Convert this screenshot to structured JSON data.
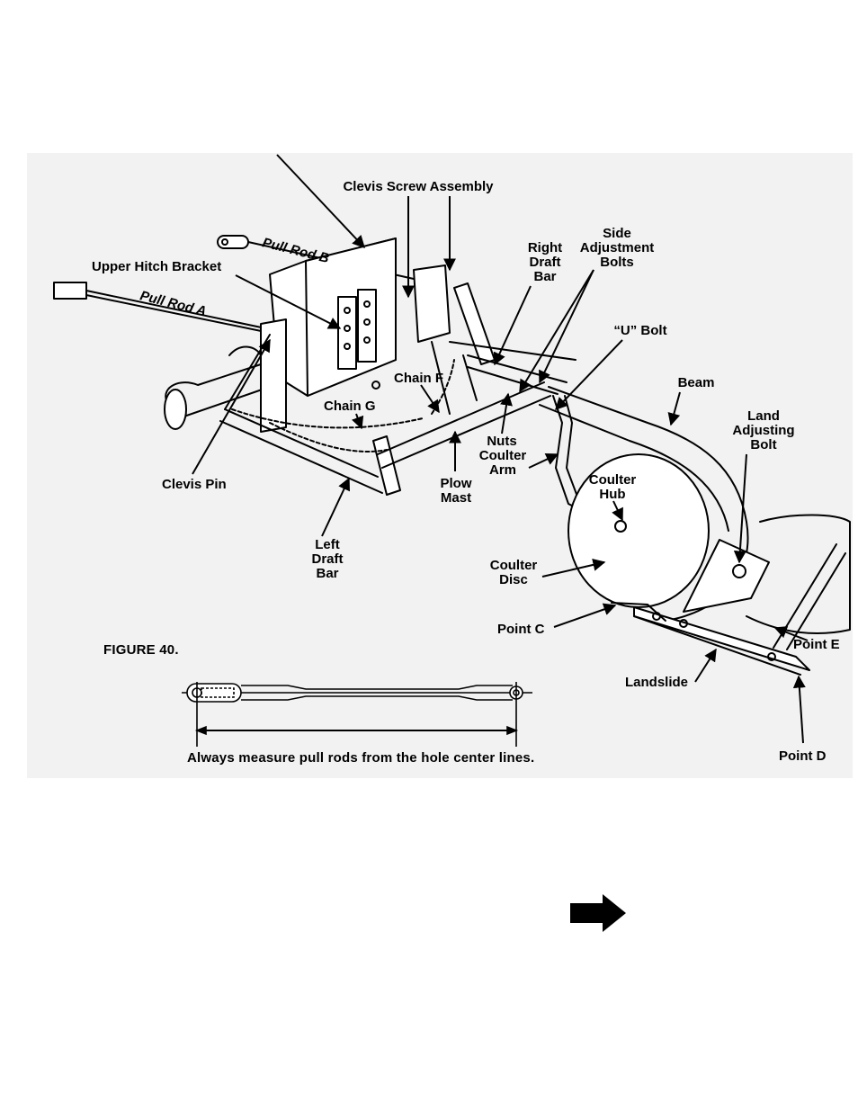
{
  "figure": {
    "number_label": "FIGURE 40.",
    "caption": "Always measure pull rods from the hole center lines."
  },
  "labels": {
    "clevis_screw_assembly": "Clevis Screw Assembly",
    "pull_rod_b": "Pull Rod B",
    "pull_rod_a": "Pull Rod A",
    "upper_hitch_bracket": "Upper Hitch Bracket",
    "right_draft_bar": "Right\nDraft\nBar",
    "side_adjustment_bolts": "Side\nAdjustment\nBolts",
    "u_bolt": "“U” Bolt",
    "beam": "Beam",
    "land_adjusting_bolt": "Land\nAdjusting\nBolt",
    "chain_f": "Chain F",
    "chain_g": "Chain G",
    "nuts": "Nuts",
    "coulter_arm": "Coulter\nArm",
    "coulter_hub": "Coulter\nHub",
    "clevis_pin": "Clevis Pin",
    "plow_mast": "Plow\nMast",
    "left_draft_bar": "Left\nDraft\nBar",
    "coulter_disc": "Coulter\nDisc",
    "point_c": "Point C",
    "point_e": "Point E",
    "landslide": "Landslide",
    "point_d": "Point D"
  },
  "nav": {
    "next_icon": "right-arrow-icon"
  },
  "colors": {
    "ink": "#000000",
    "panel": "#f2f2f2",
    "paper": "#ffffff"
  }
}
